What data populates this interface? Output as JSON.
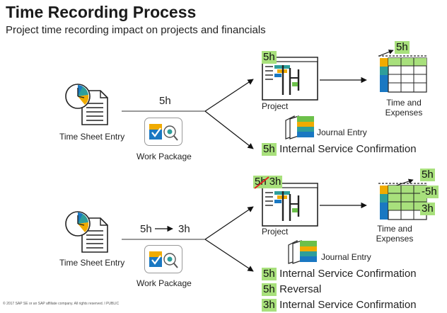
{
  "header": {
    "title": "Time Recording Process",
    "subtitle": "Project time recording impact on projects and financials"
  },
  "scenario1": {
    "entry_label": "Time Sheet Entry",
    "hours_label": "5h",
    "work_package_label": "Work Package",
    "project_label": "Project",
    "project_badge": "5h",
    "time_badge": "5h",
    "time_label_line1": "Time and",
    "time_label_line2": "Expenses",
    "journal_label": "Journal Entry",
    "confirmation": {
      "badge": "5h",
      "text": "Internal Service Confirmation"
    }
  },
  "scenario2": {
    "entry_label": "Time Sheet Entry",
    "hours_from": "5h",
    "hours_to": "3h",
    "work_package_label": "Work Package",
    "project_label": "Project",
    "project_old_badge": "5h",
    "project_new_badge": "3h",
    "time_badges": [
      "5h",
      "-5h",
      "3h"
    ],
    "time_label_line1": "Time and",
    "time_label_line2": "Expenses",
    "journal_label": "Journal Entry",
    "postings": [
      {
        "badge": "5h",
        "text": "Internal Service Confirmation"
      },
      {
        "badge": "5h",
        "text": "Reversal"
      },
      {
        "badge": "3h",
        "text": "Internal Service Confirmation"
      }
    ]
  },
  "footer": {
    "text": "© 2017 SAP SE or an SAP affiliate company. All rights reserved.  ǀ  PUBLIC"
  },
  "colors": {
    "badge": "#a8e07c",
    "teal": "#2e9e9a",
    "yellow": "#f0ab00",
    "blue": "#1a78c2",
    "green": "#6cc04a"
  }
}
